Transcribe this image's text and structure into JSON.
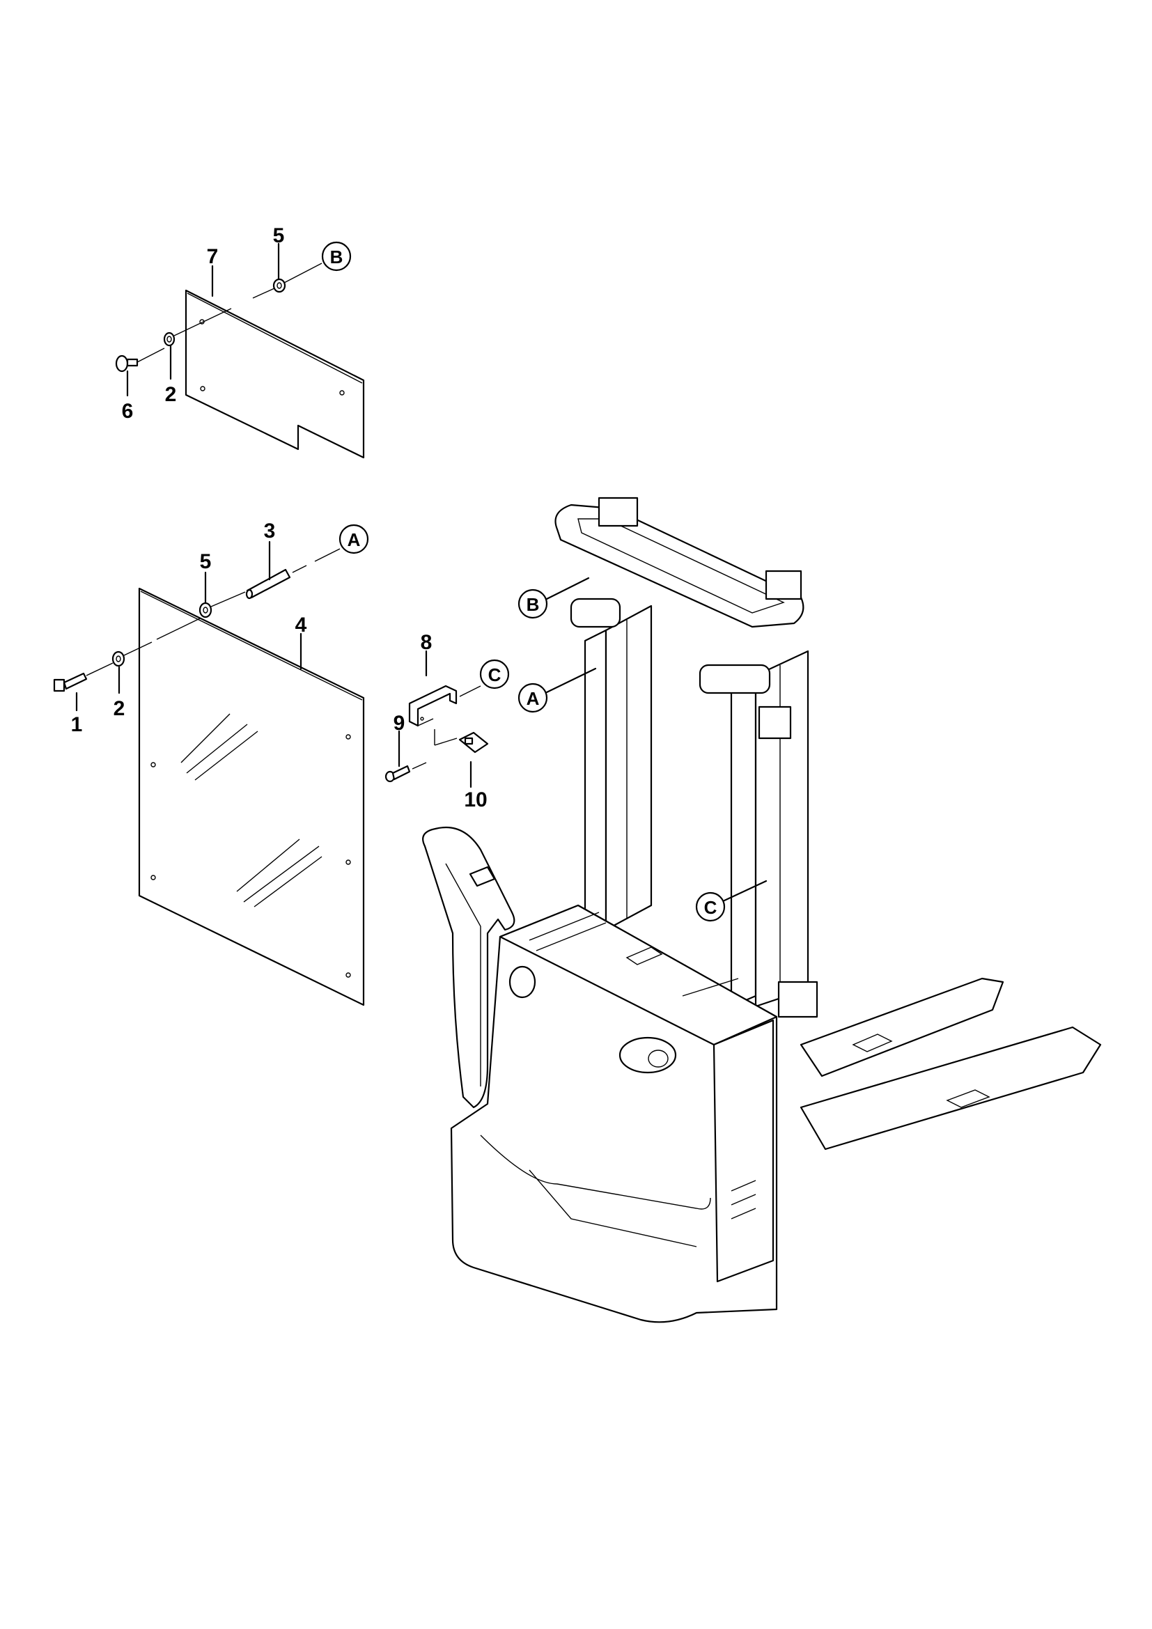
{
  "diagram": {
    "title": "Parts explosion – glass panel / screen mounting on pallet stacker mast",
    "item_labels": {
      "screw_1": "1",
      "washer_2a": "2",
      "washer_2b": "2",
      "spacer_3": "3",
      "glass_panel_4": "4",
      "washer_5a": "5",
      "washer_5b": "5",
      "screw_6": "6",
      "upper_panel_7": "7",
      "bracket_8": "8",
      "screw_9": "9",
      "nut_10": "10"
    },
    "reference_markers": {
      "a_detail": "A",
      "b_detail": "B",
      "c_detail": "C",
      "a_truck": "A",
      "b_truck": "B",
      "c_truck": "C"
    }
  }
}
